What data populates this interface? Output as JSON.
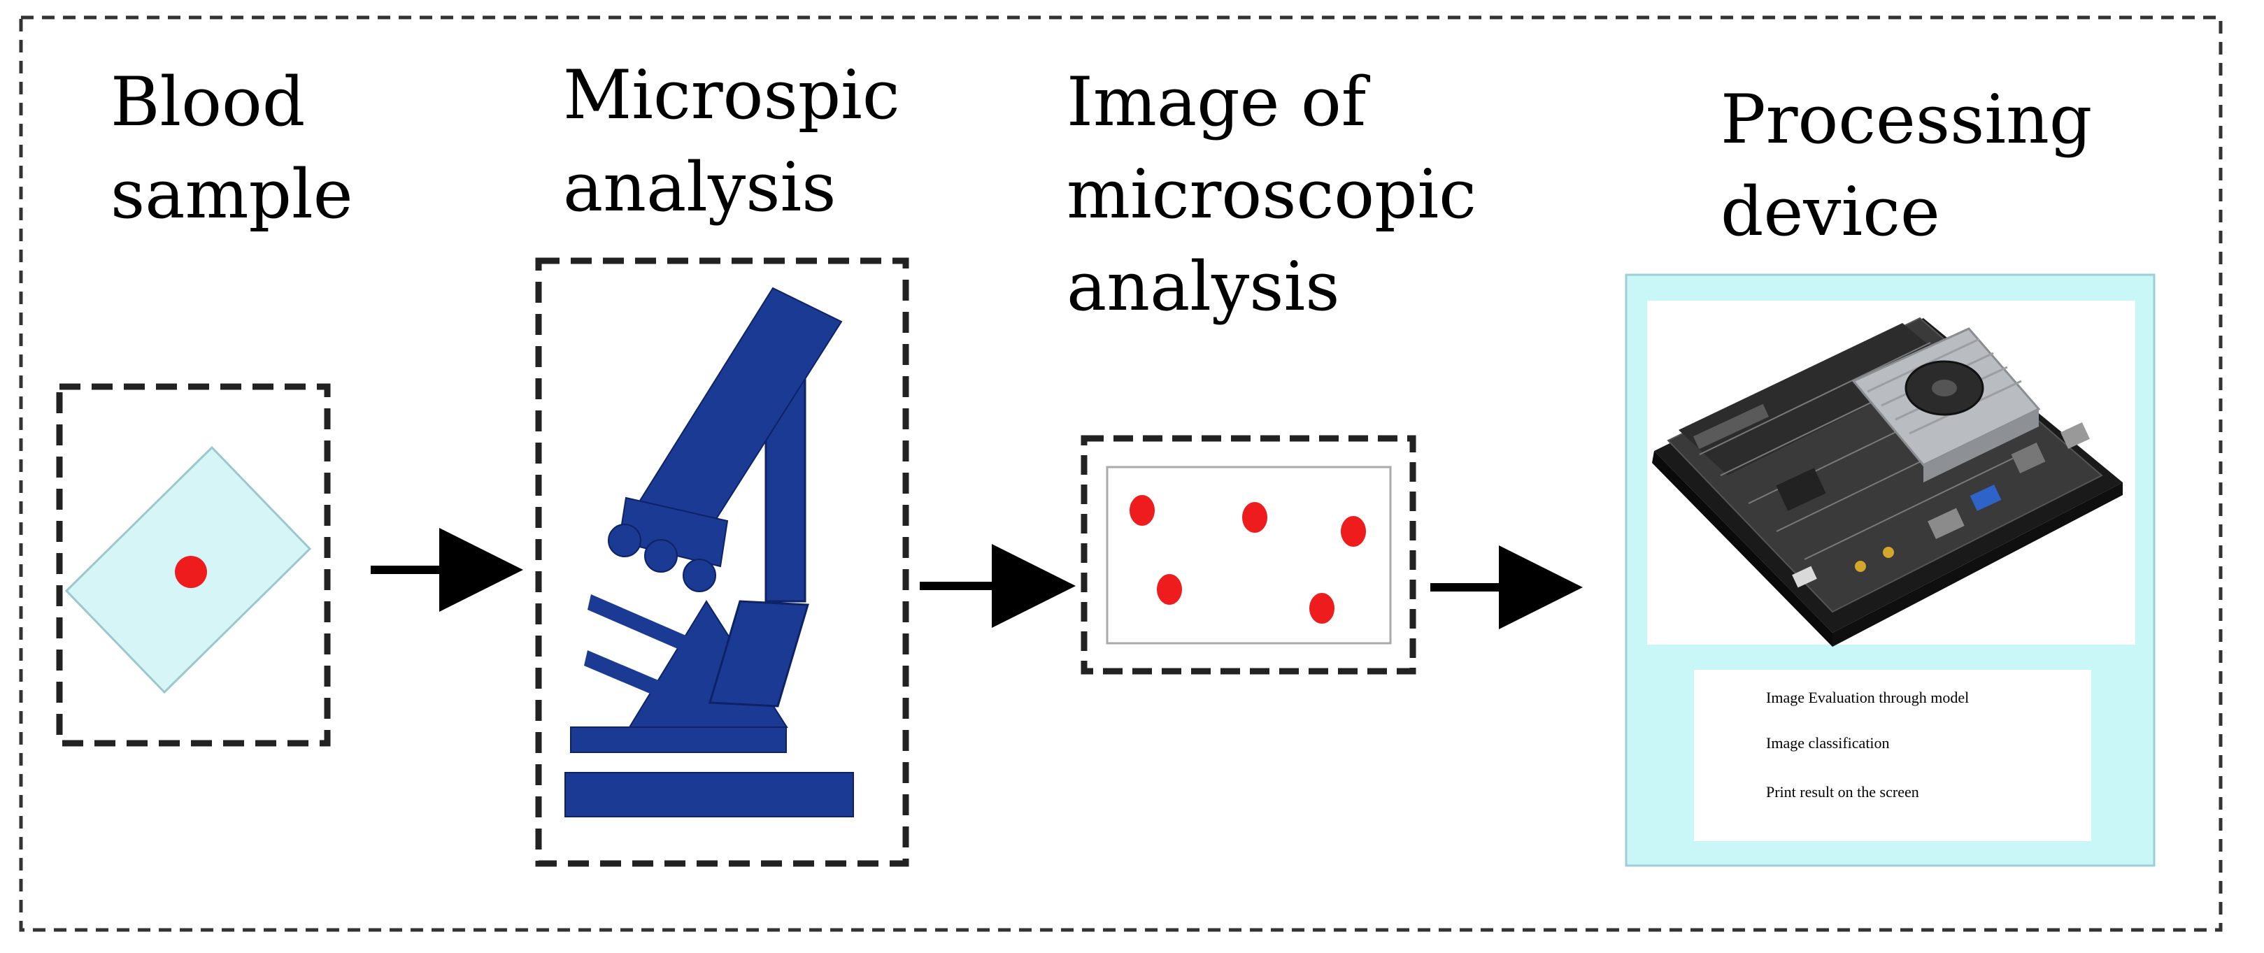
{
  "stages": {
    "blood_sample": {
      "line1": "Blood",
      "line2": "sample"
    },
    "microscopic": {
      "line1": "Microspic",
      "line2": "analysis"
    },
    "image": {
      "line1": "Image of",
      "line2": "microscopic",
      "line3": "analysis"
    },
    "processing": {
      "line1": "Processing",
      "line2": "device",
      "steps": [
        "Image Evaluation through model",
        "Image classification",
        "Print result on the screen"
      ]
    }
  },
  "colors": {
    "slide": "#d6f5f7",
    "cell": "#ee1c1c",
    "microscope": "#1b3a94",
    "device_panel": "#c9f6f6",
    "board": "#2a2a2a",
    "heatsink": "#b9bcc0"
  },
  "icons": {
    "slide": "blood-slide-icon",
    "microscope": "microscope-icon",
    "board": "computer-board-icon"
  }
}
